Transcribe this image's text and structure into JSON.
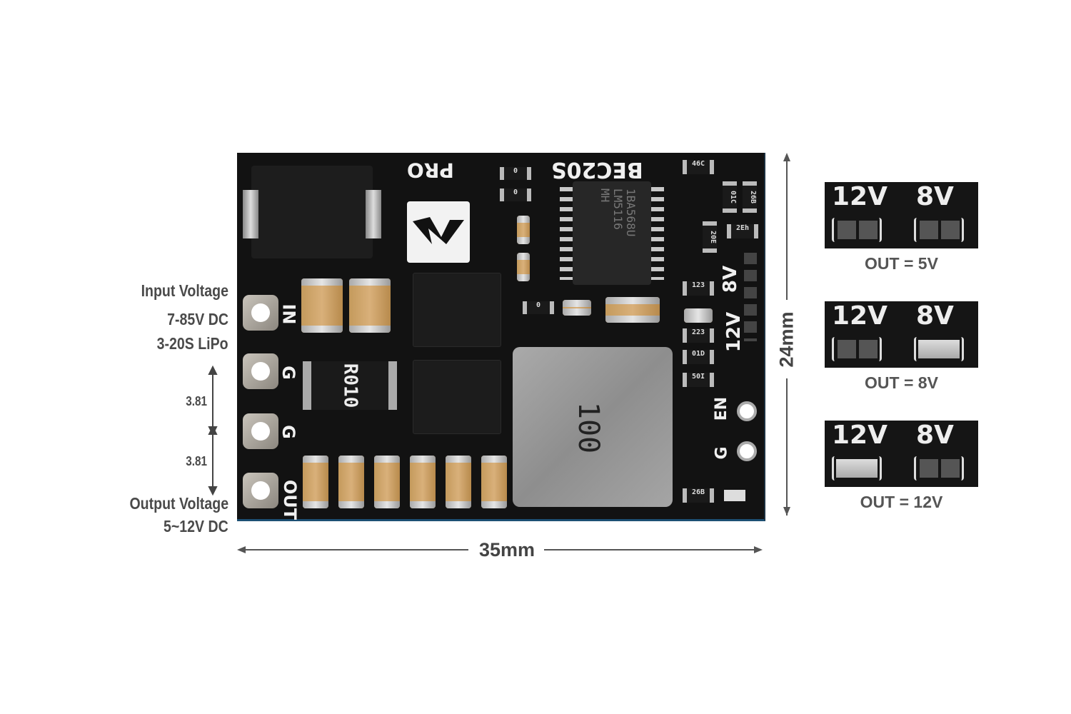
{
  "labels": {
    "input_title": "Input Voltage",
    "input_range": "7-85V DC",
    "input_cells": "3-20S LiPo",
    "pitch_1": "3.81",
    "pitch_2": "3.81",
    "output_title": "Output Voltage",
    "output_range": "5~12V DC",
    "width": "35mm",
    "height": "24mm"
  },
  "pcb": {
    "pro": "PRO",
    "model": "BEC20S",
    "chip": [
      "1BA568U",
      "LM5116",
      "MH"
    ],
    "shunt": "R010",
    "inductor": "100",
    "pads": [
      "IN",
      "G",
      "G",
      "OUT"
    ],
    "right_pads": [
      "EN",
      "G"
    ],
    "jumper_labels": [
      "12V",
      "8V"
    ],
    "resistors": [
      "0",
      "0",
      "0",
      "46C",
      "01C",
      "26B",
      "20E",
      "2Eh",
      "123",
      "223",
      "01D",
      "50I",
      "26B"
    ]
  },
  "panels": [
    {
      "a": "12V",
      "b": "8V",
      "out": "OUT = 5V",
      "state": "none"
    },
    {
      "a": "12V",
      "b": "8V",
      "out": "OUT = 8V",
      "state": "8V"
    },
    {
      "a": "12V",
      "b": "8V",
      "out": "OUT = 12V",
      "state": "12V"
    }
  ]
}
